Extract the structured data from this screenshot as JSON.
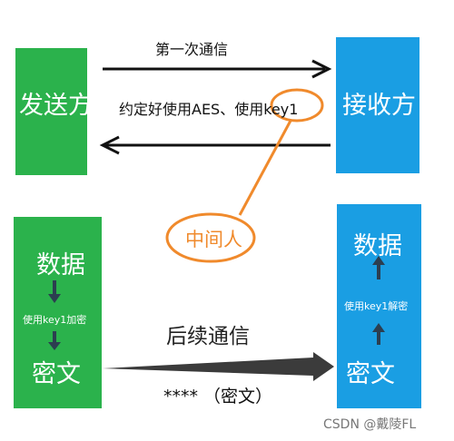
{
  "sender": {
    "title": "发送方",
    "data_label": "数据",
    "encrypt_label": "使用key1加密",
    "cipher_label": "密文"
  },
  "receiver": {
    "title": "接收方",
    "data_label": "数据",
    "decrypt_label": "使用key1解密",
    "cipher_label": "密文"
  },
  "first_comm_label": "第一次通信",
  "agreement_label": "约定好使用AES、使用key1",
  "mitm_label": "中间人",
  "later_comm_label": "后续通信",
  "cipher_note": "**** （密文）",
  "watermark": "CSDN @戴陵FL",
  "colors": {
    "green": "#2bb24c",
    "blue": "#1a9ee3",
    "orange": "#f08a2c",
    "dark": "#111111"
  }
}
